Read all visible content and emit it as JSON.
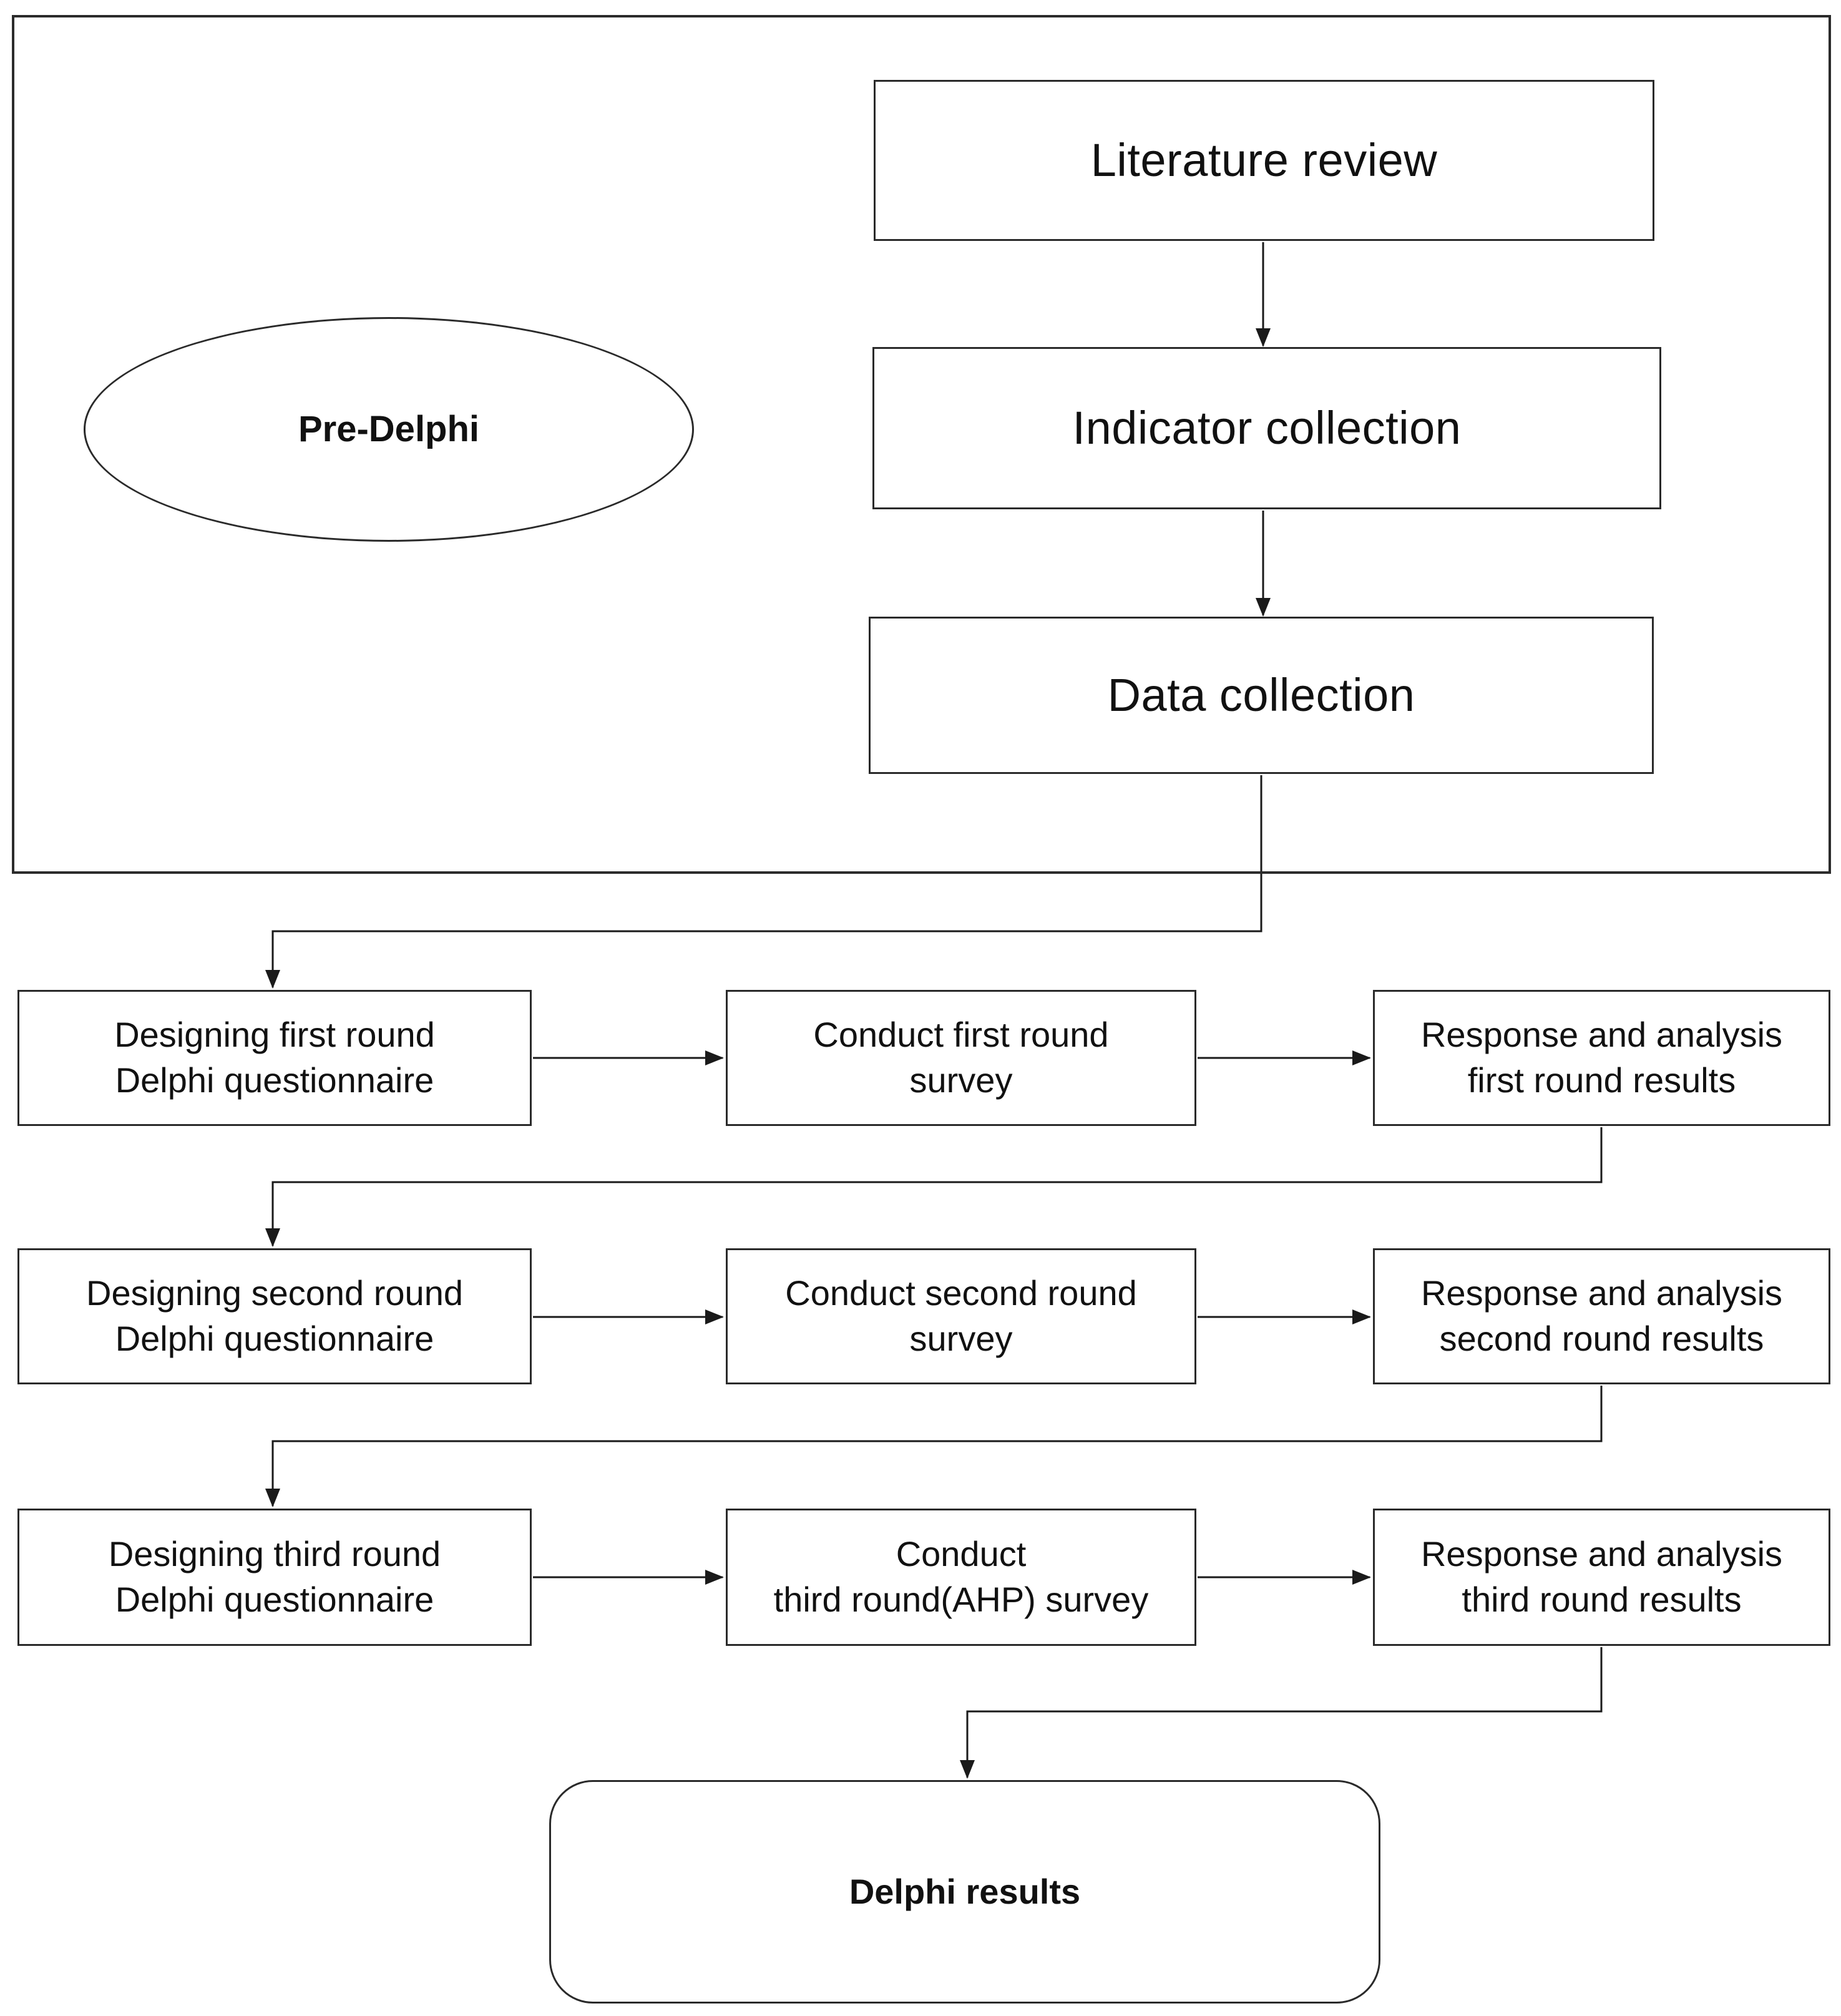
{
  "figure": {
    "pre_phase": {
      "ellipse_label": "Pre-Delphi",
      "boxes": [
        {
          "label": "Literature review"
        },
        {
          "label": "Indicator collection"
        },
        {
          "label": "Data collection"
        }
      ]
    },
    "rounds": [
      {
        "boxes": [
          {
            "label": "Designing first round\nDelphi questionnaire"
          },
          {
            "label": "Conduct first round\nsurvey"
          },
          {
            "label": "Response and analysis\nfirst round results"
          }
        ]
      },
      {
        "boxes": [
          {
            "label": "Designing second round\nDelphi questionnaire"
          },
          {
            "label": "Conduct second round\nsurvey"
          },
          {
            "label": "Response and analysis\nsecond round results"
          }
        ]
      },
      {
        "boxes": [
          {
            "label": "Designing third round\nDelphi questionnaire"
          },
          {
            "label": "Conduct\nthird round(AHP) survey"
          },
          {
            "label": "Response and analysis\nthird round results"
          }
        ]
      }
    ],
    "result": {
      "label": "Delphi results"
    },
    "colors": {
      "line": "#1a1a1a",
      "border": "#2a2a2a",
      "background": "#ffffff",
      "text": "#111111"
    }
  }
}
